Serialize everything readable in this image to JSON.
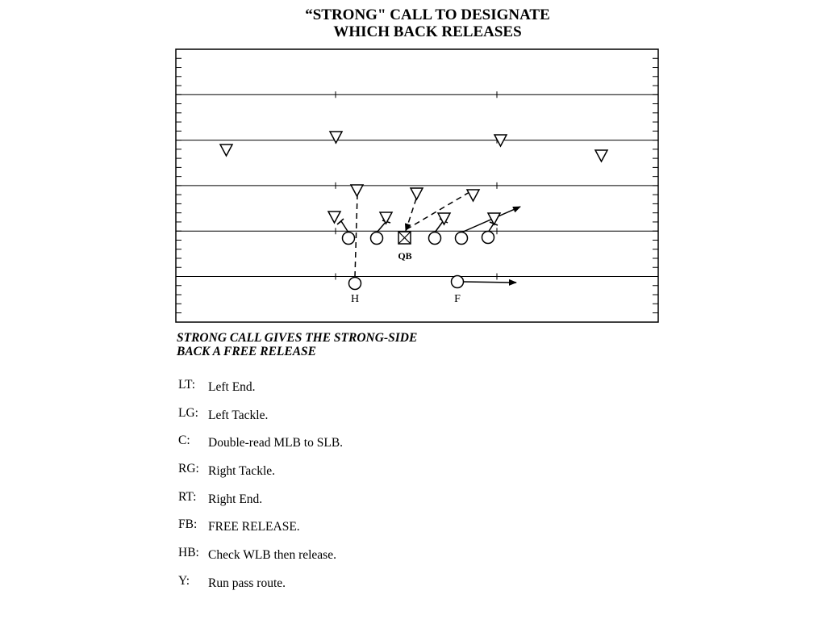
{
  "title": {
    "line1": "“STRONG\" CALL TO DESIGNATE",
    "line2": "WHICH BACK RELEASES"
  },
  "diagram": {
    "qb_label": "QB",
    "h_label": "H",
    "f_label": "F"
  },
  "caption": {
    "line1": "STRONG CALL GIVES THE STRONG-SIDE",
    "line2": "BACK A FREE RELEASE"
  },
  "assignments": [
    {
      "position": "LT:",
      "text": "Left End."
    },
    {
      "position": "LG:",
      "text": "Left Tackle."
    },
    {
      "position": "C:",
      "text": "Double-read MLB to SLB."
    },
    {
      "position": "RG:",
      "text": "Right Tackle."
    },
    {
      "position": "RT:",
      "text": "Right End."
    },
    {
      "position": "FB:",
      "text": "FREE RELEASE."
    },
    {
      "position": "HB:",
      "text": "Check WLB then release."
    },
    {
      "position": "Y:",
      "text": "Run pass route."
    }
  ]
}
